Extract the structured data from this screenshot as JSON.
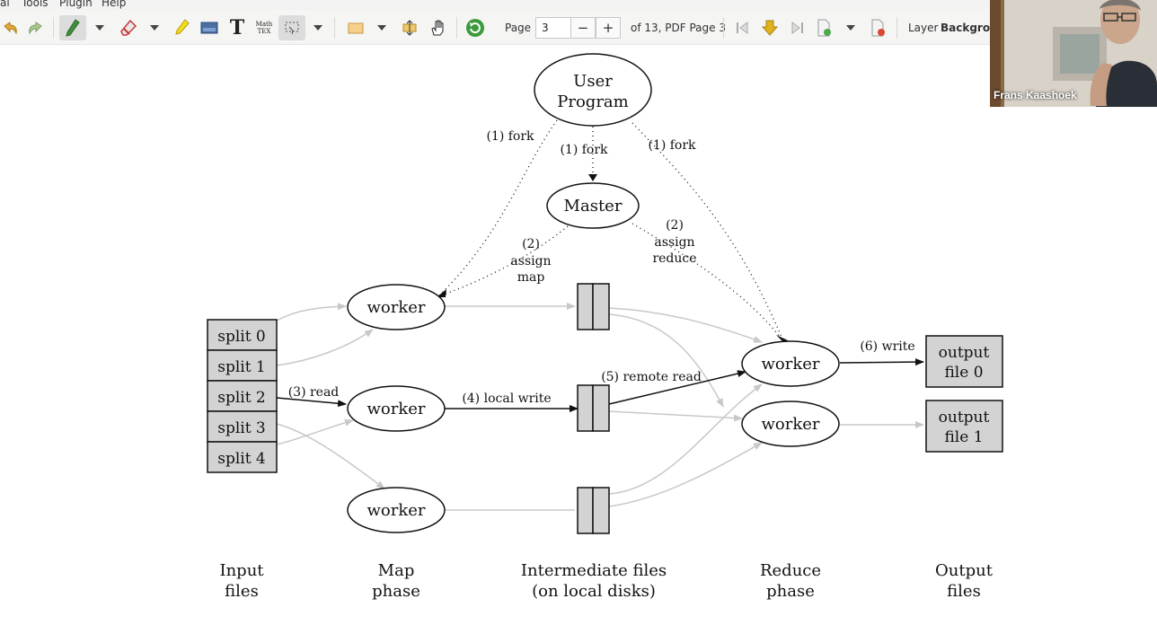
{
  "menu": {
    "items": [
      "al",
      "Tools",
      "Plugin",
      "Help"
    ]
  },
  "toolbar": {
    "page_label": "Page",
    "page_value": "3",
    "minus_label": "−",
    "plus_label": "+",
    "page_of": "of 13, PDF Page 3",
    "layer_label": "Layer",
    "layer_value": "Backgrou",
    "math_icon_text": "Math TEX",
    "text_tool_label": "T"
  },
  "diagram": {
    "user_program": [
      "User",
      "Program"
    ],
    "master": "Master",
    "worker": "worker",
    "splits": [
      "split 0",
      "split 1",
      "split 2",
      "split 3",
      "split 4"
    ],
    "outputs": [
      [
        "output",
        "file 0"
      ],
      [
        "output",
        "file 1"
      ]
    ],
    "edge_fork": "(1) fork",
    "assign_map": [
      "(2)",
      "assign",
      "map"
    ],
    "assign_reduce": [
      "(2)",
      "assign",
      "reduce"
    ],
    "read": "(3) read",
    "local_write": "(4) local write",
    "remote_read": "(5) remote read",
    "write": "(6) write",
    "phases": [
      [
        "Input",
        "files"
      ],
      [
        "Map",
        "phase"
      ],
      [
        "Intermediate files",
        "(on local disks)"
      ],
      [
        "Reduce",
        "phase"
      ],
      [
        "Output",
        "files"
      ]
    ]
  },
  "webcam": {
    "name": "Frans Kaashoek"
  },
  "colors": {
    "toolbar_bg": "#f5f5f4",
    "box_fill": "#d3d3d3",
    "gray_edge": "#c8c8c8",
    "dark_edge": "#111111"
  }
}
